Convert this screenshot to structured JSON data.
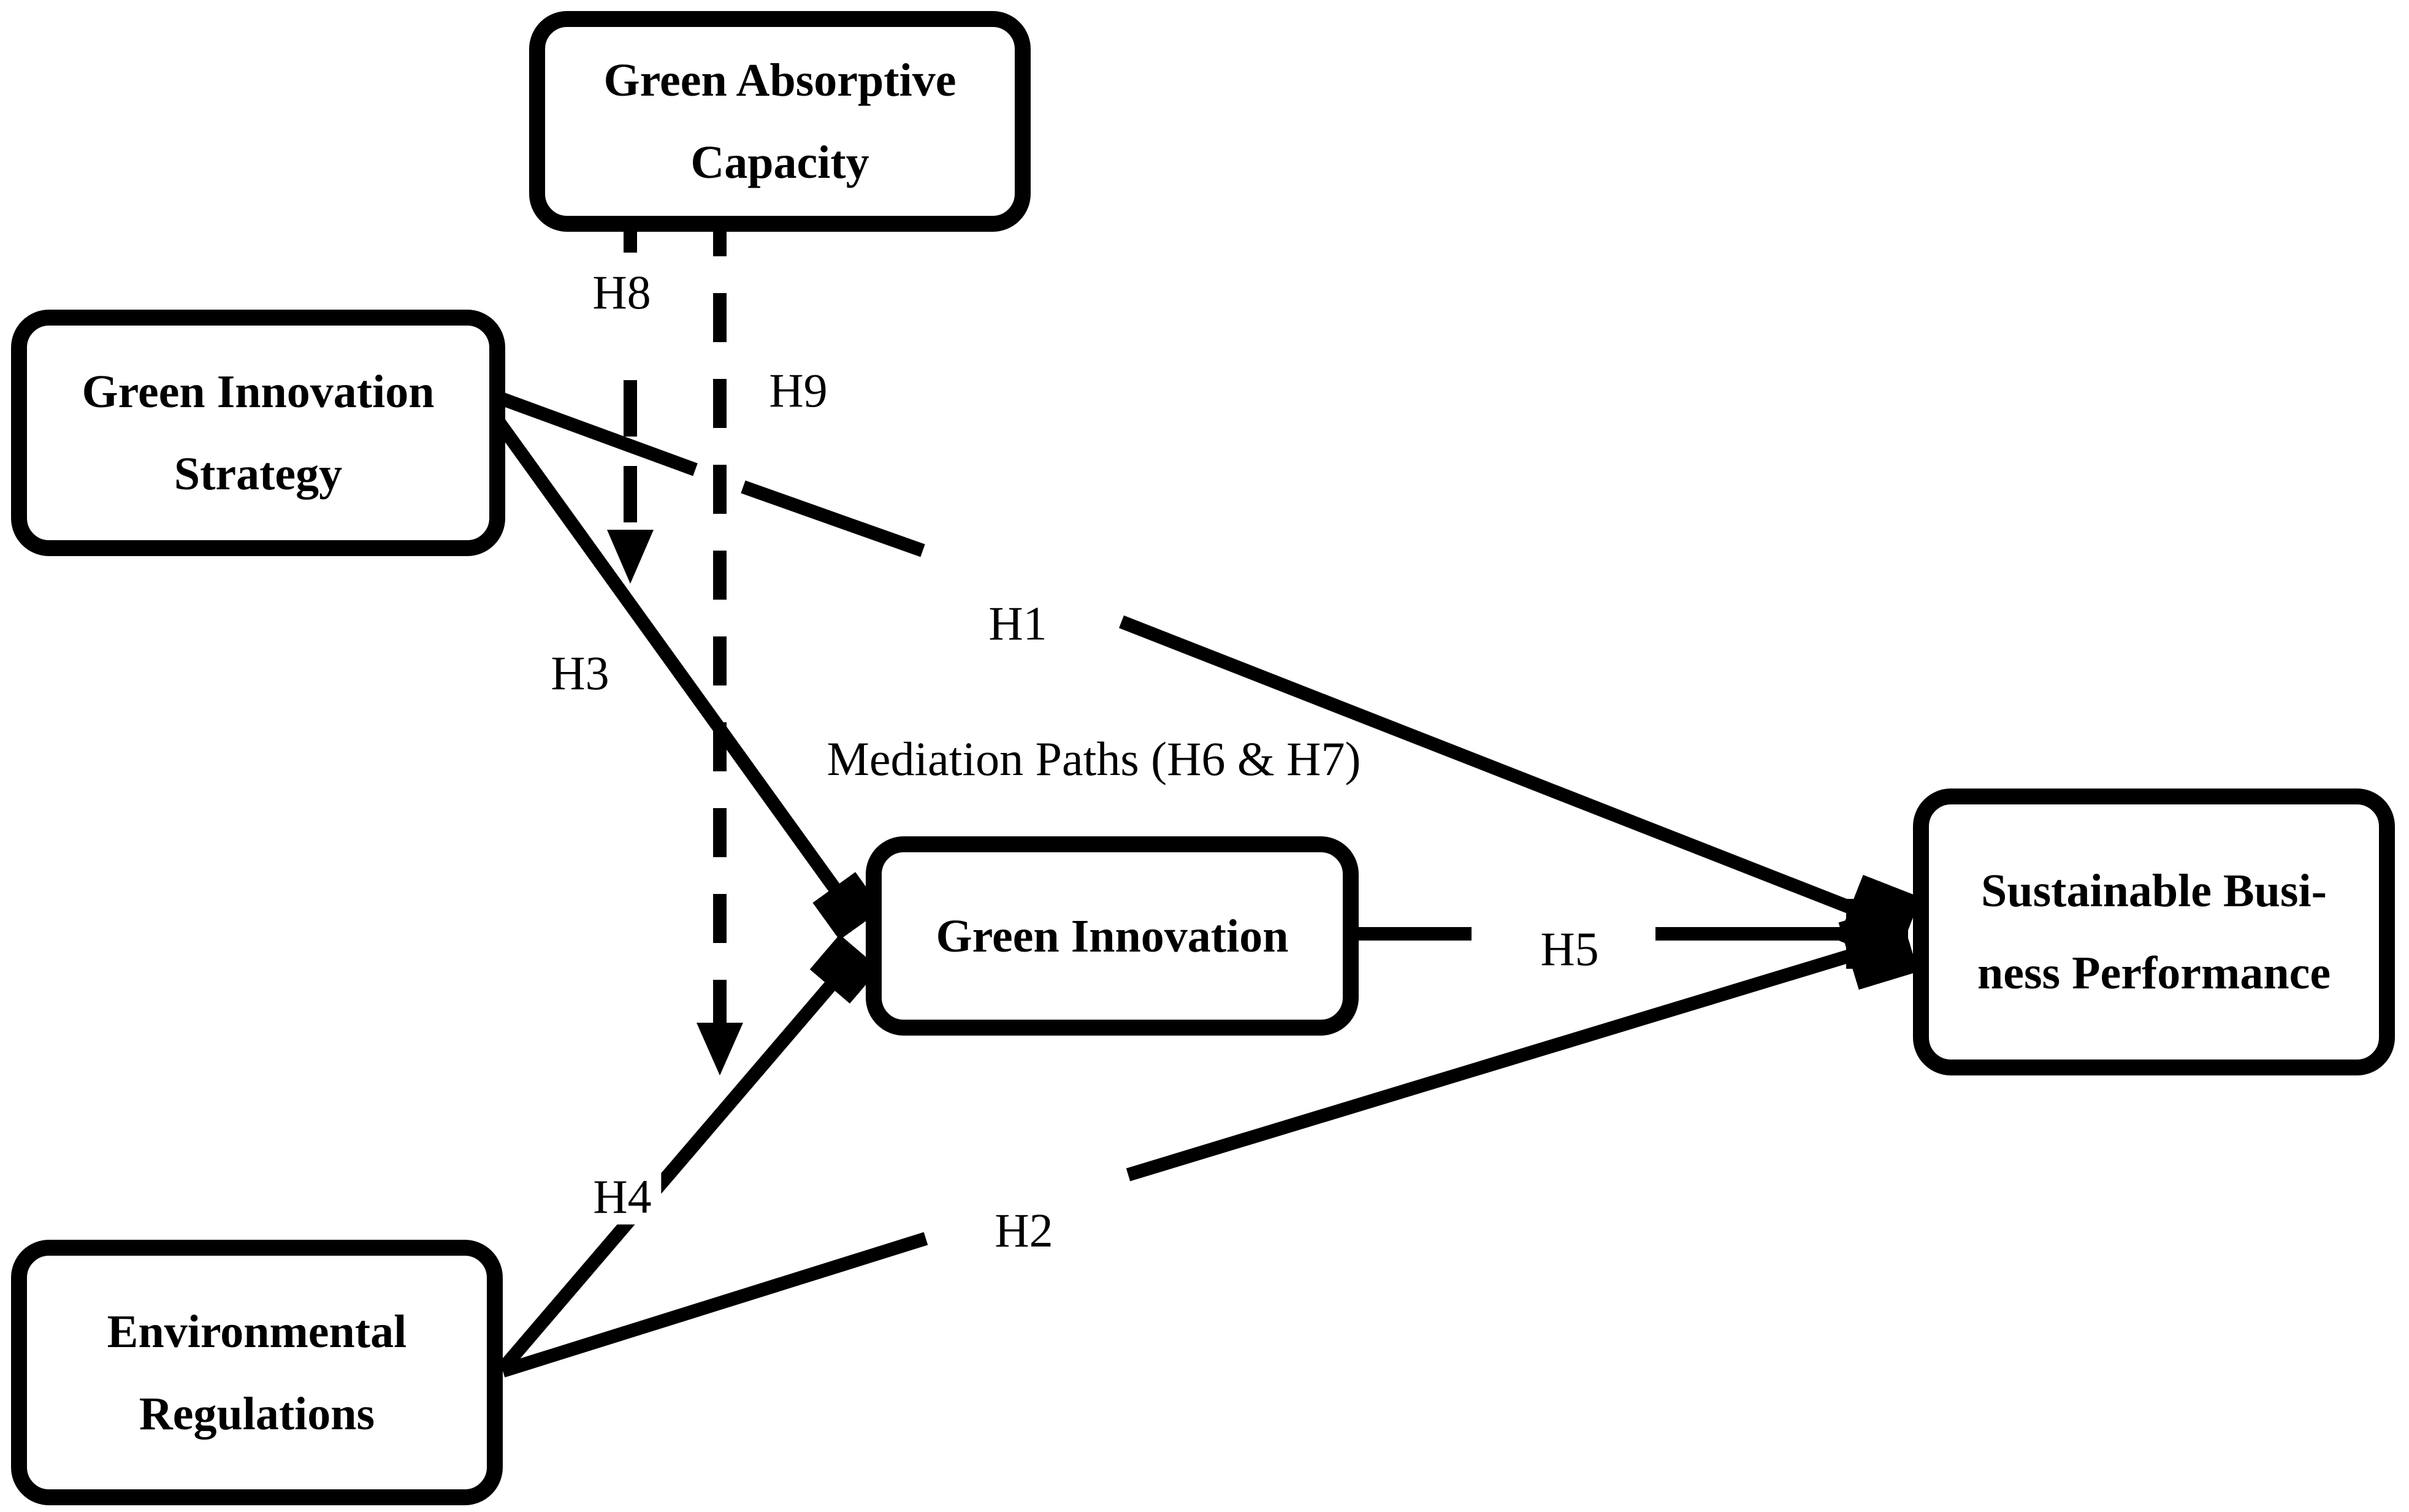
{
  "colors": {
    "ink": "#000000",
    "background": "#ffffff"
  },
  "nodes": {
    "gac": {
      "line1": "Green Absorptive",
      "line2": "Capacity"
    },
    "gis": {
      "line1": "Green Innovation",
      "line2": "Strategy"
    },
    "gi": {
      "line1": "Green Innovation"
    },
    "sbp": {
      "line1": "Sustainable Busi-",
      "line2": "ness Performance"
    },
    "er": {
      "line1": "Environmental",
      "line2": "Regulations"
    }
  },
  "labels": {
    "h1": "H1",
    "h2": "H2",
    "h3": "H3",
    "h4": "H4",
    "h5": "H5",
    "h8": "H8",
    "h9": "H9",
    "mediation": "Mediation Paths (H6 & H7)"
  },
  "edges": [
    {
      "id": "H1",
      "from": "Green Innovation Strategy",
      "to": "Sustainable Business Performance",
      "style": "solid-arrow"
    },
    {
      "id": "H2",
      "from": "Environmental Regulations",
      "to": "Sustainable Business Performance",
      "style": "solid-arrow"
    },
    {
      "id": "H3",
      "from": "Green Innovation Strategy",
      "to": "Green Innovation",
      "style": "solid-arrow"
    },
    {
      "id": "H4",
      "from": "Environmental Regulations",
      "to": "Green Innovation",
      "style": "solid-arrow"
    },
    {
      "id": "H5",
      "from": "Green Innovation",
      "to": "Sustainable Business Performance",
      "style": "solid-arrow"
    },
    {
      "id": "H8",
      "from": "Green Absorptive Capacity",
      "to": "H3 path",
      "style": "dashed-arrow"
    },
    {
      "id": "H9",
      "from": "Green Absorptive Capacity",
      "to": "H4 path",
      "style": "dashed-arrow"
    },
    {
      "id": "H6 & H7",
      "note": "Mediation Paths via Green Innovation",
      "style": "annotation"
    }
  ]
}
